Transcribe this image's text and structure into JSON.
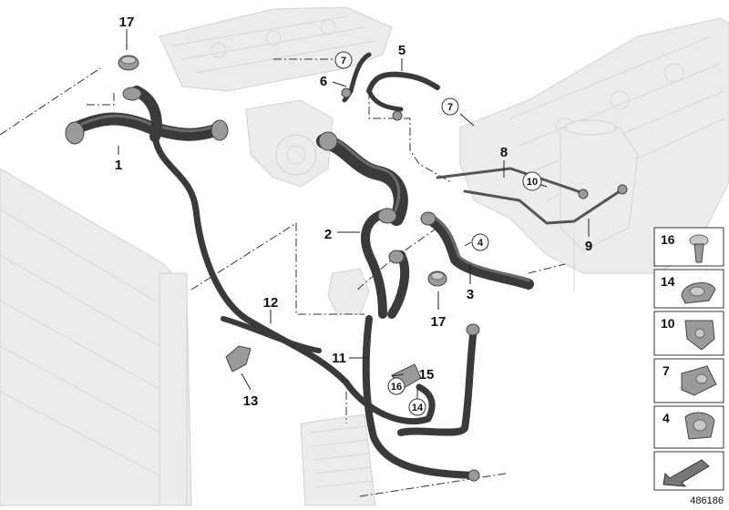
{
  "callouts": [
    {
      "id": "c17a",
      "text": "17"
    },
    {
      "id": "c1",
      "text": "1"
    },
    {
      "id": "c6",
      "text": "6"
    },
    {
      "id": "c7a",
      "text": "7"
    },
    {
      "id": "c5",
      "text": "5"
    },
    {
      "id": "c7b",
      "text": "7"
    },
    {
      "id": "c8",
      "text": "8"
    },
    {
      "id": "c10",
      "text": "10"
    },
    {
      "id": "c9",
      "text": "9"
    },
    {
      "id": "c2",
      "text": "2"
    },
    {
      "id": "c4",
      "text": "4"
    },
    {
      "id": "c3",
      "text": "3"
    },
    {
      "id": "c12",
      "text": "12"
    },
    {
      "id": "c17b",
      "text": "17"
    },
    {
      "id": "c11",
      "text": "11"
    },
    {
      "id": "c16",
      "text": "16"
    },
    {
      "id": "c15",
      "text": "15"
    },
    {
      "id": "c14",
      "text": "14"
    },
    {
      "id": "c13",
      "text": "13"
    }
  ],
  "parts_legend": [
    {
      "number": "16",
      "icon": "torx-screw-icon"
    },
    {
      "number": "14",
      "icon": "hose-clamp-icon"
    },
    {
      "number": "10",
      "icon": "pipe-clip-icon"
    },
    {
      "number": "7",
      "icon": "hose-holder-icon"
    },
    {
      "number": "4",
      "icon": "clamp-bracket-icon"
    }
  ],
  "legend_arrow_icon": "installation-direction-arrow-icon",
  "reference_number": "486186",
  "colors": {
    "hose": "#3a3a3a",
    "ghost_part": "#ececec",
    "line": "#222222"
  }
}
